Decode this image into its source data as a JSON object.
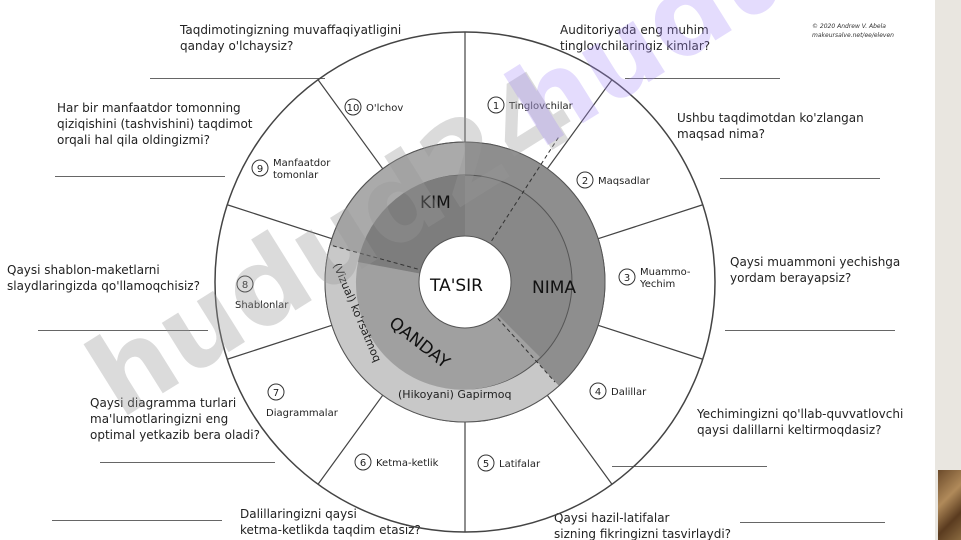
{
  "copyright": [
    "© 2020 Andrew V. Abela",
    "makeursalve.net/ee/eleven"
  ],
  "watermark": "hudud24",
  "core": {
    "center": "TA'SIR",
    "kim": "KIM",
    "nima": "NIMA",
    "qanday": "QANDAY",
    "vizual": "(Vizual) ko'rsatmoq",
    "hikoyani": "(Hikoyani) Gapirmoq"
  },
  "segments": [
    {
      "num": "1",
      "label": "Tinglovchilar"
    },
    {
      "num": "2",
      "label": "Maqsadlar"
    },
    {
      "num": "3",
      "label": "Muammo-\nYechim"
    },
    {
      "num": "4",
      "label": "Dalillar"
    },
    {
      "num": "5",
      "label": "Latifalar"
    },
    {
      "num": "6",
      "label": "Ketma-ketlik"
    },
    {
      "num": "7",
      "label": "Diagrammalar"
    },
    {
      "num": "8",
      "label": "Shablonlar"
    },
    {
      "num": "9",
      "label": "Manfaatdor\ntomonlar"
    },
    {
      "num": "10",
      "label": "O'lchov"
    }
  ],
  "questions": {
    "q_top_left": "Taqdimotingizning muvaffaqiyatligini\nqanday o'lchaysiz?",
    "q_top_right": "Auditoriyada eng muhim\ntinglovchilaringiz kimlar?",
    "q_left1": "Har bir manfaatdor tomonning\nqiziqishini (tashvishini) taqdimot\norqali hal qila oldingizmi?",
    "q_right1": "Ushbu taqdimotdan ko'zlangan\nmaqsad nima?",
    "q_left2": "Qaysi shablon-maketlarni\nslaydlaringizda qo'llamoqchisiz?",
    "q_right2": "Qaysi muammoni yechishga\nyordam berayapsiz?",
    "q_left3": "Qaysi diagramma turlari\nma'lumotlaringizni eng\noptimal yetkazib bera oladi?",
    "q_right3": "Yechimingizni qo'llab-quvvatlovchi\nqaysi dalillarni keltirmoqdasiz?",
    "q_bottom_left": "Dalillaringizni qaysi\nketma-ketlikda taqdim etasiz?",
    "q_bottom_right": "Qaysi hazil-latifalar\nsizning fikringizni tasvirlaydi?"
  }
}
